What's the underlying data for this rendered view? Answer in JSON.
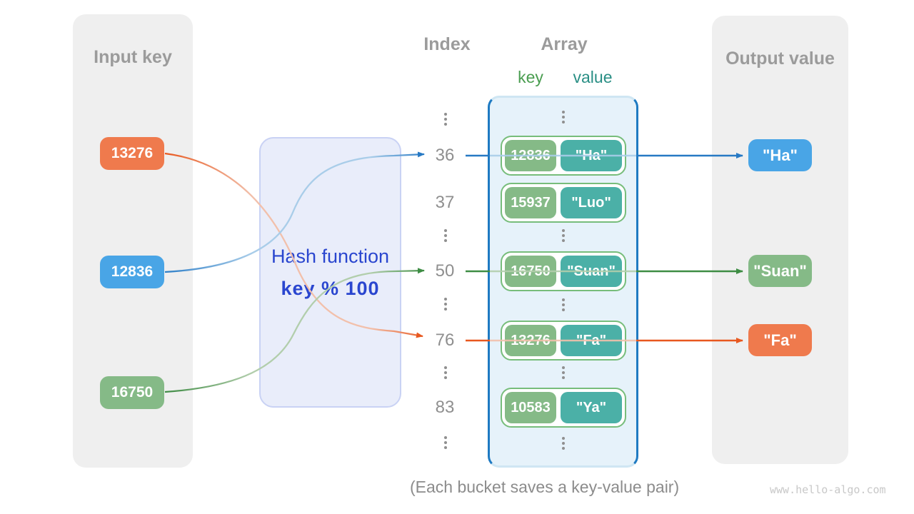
{
  "input_panel": {
    "title": "Input key",
    "keys": [
      {
        "label": "13276",
        "color": "#ef7a4d"
      },
      {
        "label": "12836",
        "color": "#49a5e6"
      },
      {
        "label": "16750",
        "color": "#85ba87"
      }
    ]
  },
  "hash_box": {
    "title": "Hash function",
    "formula": "key % 100",
    "text_color": "#2a46cf"
  },
  "index_column": {
    "title": "Index",
    "values": [
      "36",
      "37",
      "50",
      "76",
      "83"
    ]
  },
  "array_panel": {
    "title": "Array",
    "key_header": "key",
    "value_header": "value",
    "buckets": [
      {
        "key": "12836",
        "value": "\"Ha\""
      },
      {
        "key": "15937",
        "value": "\"Luo\""
      },
      {
        "key": "16750",
        "value": "\"Suan\""
      },
      {
        "key": "13276",
        "value": "\"Fa\""
      },
      {
        "key": "10583",
        "value": "\"Ya\""
      }
    ]
  },
  "output_panel": {
    "title": "Output value",
    "values": [
      {
        "label": "\"Ha\"",
        "color": "#49a5e6"
      },
      {
        "label": "\"Suan\"",
        "color": "#85ba87"
      },
      {
        "label": "\"Fa\"",
        "color": "#ef7a4d"
      }
    ]
  },
  "caption": "(Each bucket saves a key-value pair)",
  "watermark": "www.hello-algo.com",
  "colors": {
    "panel_bg": "#efefef",
    "heading_gray": "#9b9b9b",
    "index_gray": "#8f8f8f",
    "hash_box_bg": "#e9edfa",
    "hash_box_border": "#c9d2f4",
    "array_bg": "#e6f2fa",
    "array_border": "#1e7ac2",
    "bucket_border": "#77bd7b",
    "key_badge": "#85ba87",
    "value_badge": "#4bb0a7",
    "key_header": "#4a9d50",
    "value_header": "#2a8f85",
    "arrow_blue": "#2779c4",
    "arrow_green": "#3e8d44",
    "arrow_orange": "#e8581f"
  }
}
